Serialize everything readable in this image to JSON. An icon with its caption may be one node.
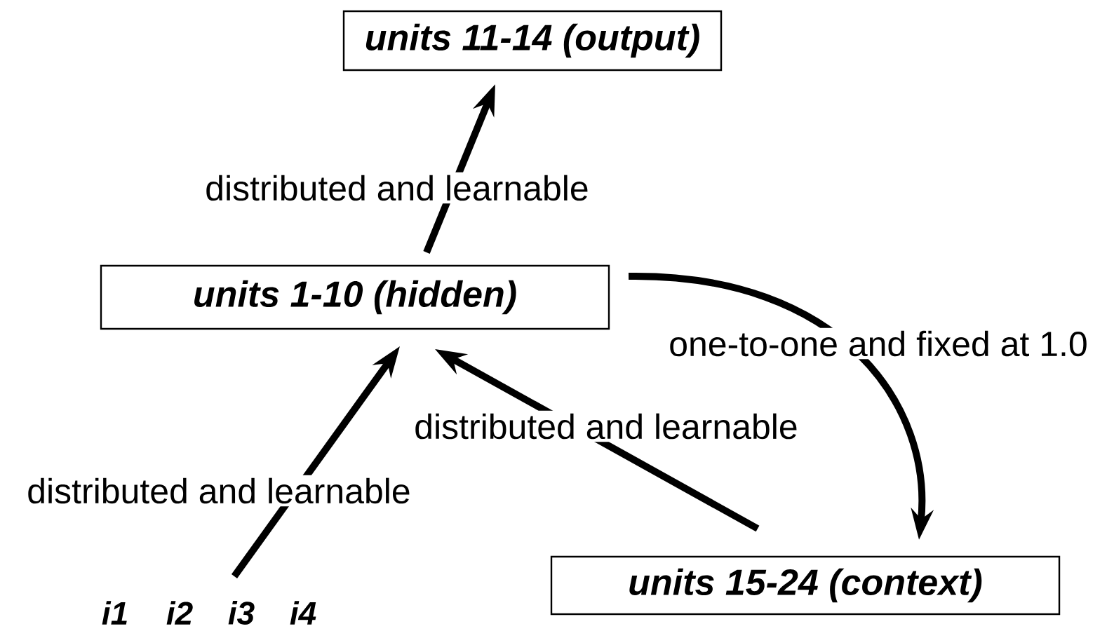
{
  "diagram": {
    "nodes": [
      {
        "text": [
          "units 11-14 (output)"
        ]
      },
      {
        "text": [
          "units 1-10 (hidden)"
        ]
      },
      {
        "text": [
          "units 15-24 (context)"
        ]
      },
      {
        "text": [
          "i1",
          "i2",
          "i3",
          "i4"
        ]
      }
    ],
    "edges": [
      {
        "from": 1,
        "to": 0,
        "arrow": "to",
        "label": "distributed and learnable"
      },
      {
        "from": 1,
        "to": 2,
        "arrow": "to",
        "label": "one-to-one and fixed at 1.0"
      },
      {
        "from": 2,
        "to": 1,
        "arrow": "to",
        "label": "distributed and learnable"
      },
      {
        "from": 3,
        "to": 1,
        "arrow": "to",
        "label": "distributed and learnable"
      }
    ]
  }
}
